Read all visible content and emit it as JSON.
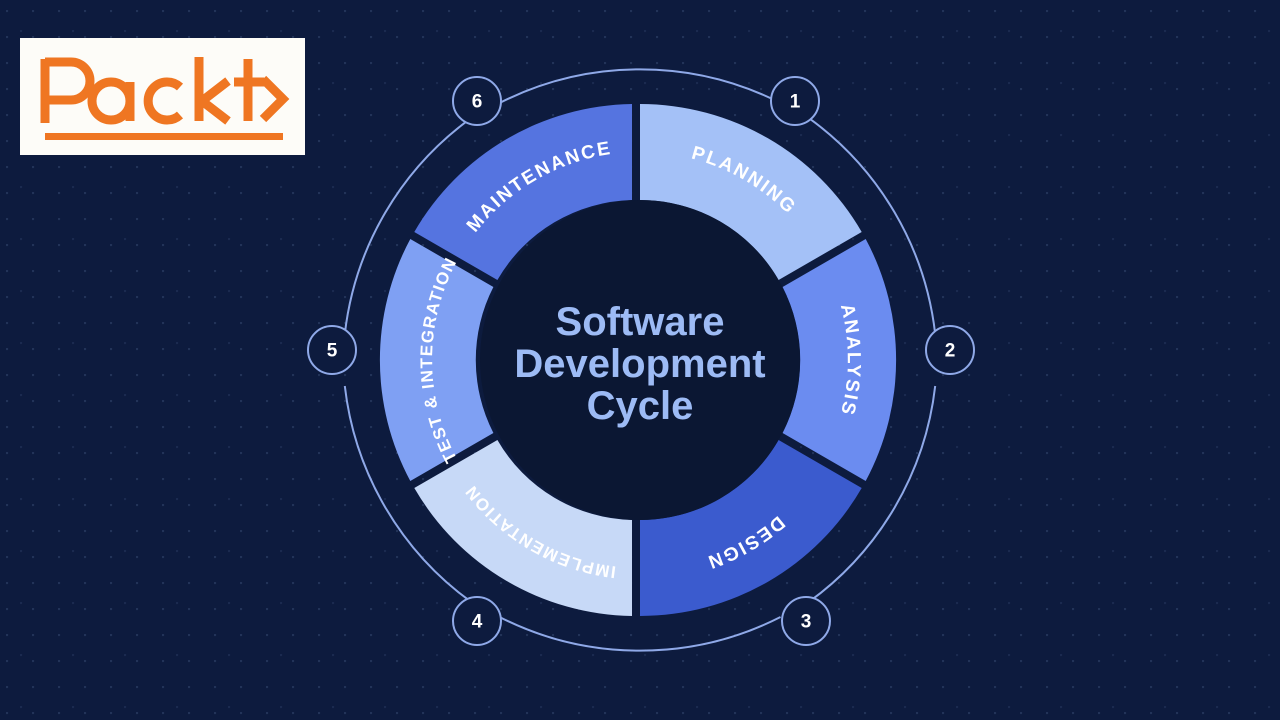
{
  "background": {
    "color": "#0d1b3e",
    "dot_color": "#96b4eb"
  },
  "logo": {
    "brand": "Packt",
    "background": "#fdfcf8",
    "color": "#ef7622",
    "alt": "packt-logo"
  },
  "center": {
    "line1": "Software",
    "line2": "Development",
    "line3": "Cycle",
    "color": "#9dbbf5",
    "disc_color": "#0b1733"
  },
  "outer_ring": {
    "color": "#8fa9e8",
    "stroke_width": 2
  },
  "chart_data": {
    "type": "pie",
    "title": "Software Development Cycle",
    "subtype": "donut-process-cycle",
    "legend_position": "on-segment",
    "segments": 6,
    "segment_sweep_degrees": 60,
    "categories": [
      "PLANNING",
      "ANALYSIS",
      "DESIGN",
      "IMPLEMENTATION",
      "TEST & INTEGRATION",
      "MAINTENANCE"
    ],
    "values": [
      1,
      1,
      1,
      1,
      1,
      1
    ],
    "colors": [
      "#a4c1f7",
      "#6b8cf0",
      "#3b5bce",
      "#c7d9f7",
      "#7fa0f3",
      "#5574e0"
    ],
    "step_numbers": [
      "1",
      "2",
      "3",
      "4",
      "5",
      "6"
    ],
    "start_angle_degrees": 0,
    "direction": "clockwise"
  },
  "steps": [
    {
      "number": "1",
      "label": "PLANNING",
      "color": "#a4c1f7",
      "start": 0,
      "end": 60
    },
    {
      "number": "2",
      "label": "ANALYSIS",
      "color": "#6b8cf0",
      "start": 60,
      "end": 120
    },
    {
      "number": "3",
      "label": "DESIGN",
      "color": "#3b5bce",
      "start": 120,
      "end": 180
    },
    {
      "number": "4",
      "label": "IMPLEMENTATION",
      "color": "#c7d9f7",
      "start": 180,
      "end": 240
    },
    {
      "number": "5",
      "label": "TEST & INTEGRATION",
      "color": "#7fa0f3",
      "start": 240,
      "end": 300
    },
    {
      "number": "6",
      "label": "MAINTENANCE",
      "color": "#5574e0",
      "start": 300,
      "end": 360
    }
  ]
}
